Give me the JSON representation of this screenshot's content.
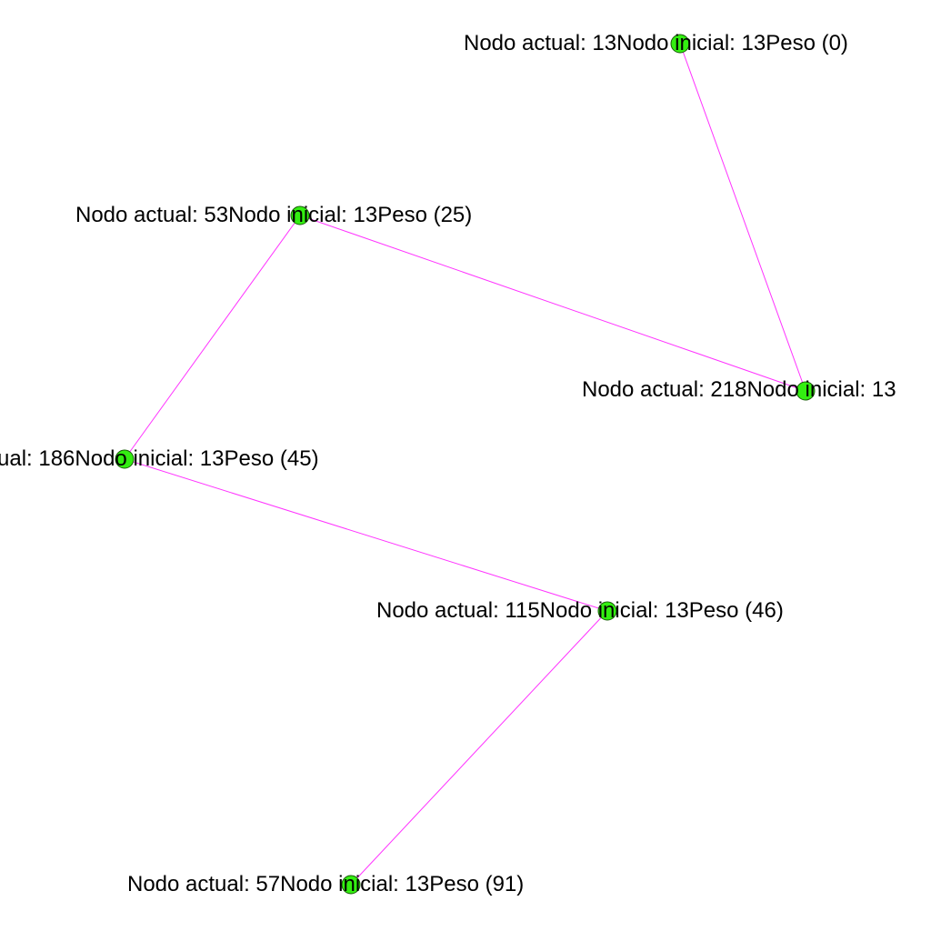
{
  "colors": {
    "background": "#ffffff",
    "edge": "#ff33ff",
    "node_fill": "#33ee11",
    "node_stroke": "#1a5a0a",
    "label": "#000000"
  },
  "graph": {
    "nodes": [
      {
        "id": "13",
        "label": "Nodo actual: 13Nodo inicial: 13Peso (0)"
      },
      {
        "id": "53",
        "label": "Nodo actual: 53Nodo inicial: 13Peso (25)"
      },
      {
        "id": "218",
        "label": "Nodo actual: 218Nodo inicial: 13"
      },
      {
        "id": "186",
        "label": "ual: 186Nodo inicial: 13Peso (45)"
      },
      {
        "id": "115",
        "label": "Nodo actual: 115Nodo inicial: 13Peso (46)"
      },
      {
        "id": "57",
        "label": "Nodo actual: 57Nodo inicial: 13Peso (91)"
      }
    ],
    "edges": [
      {
        "from": "13",
        "to": "218"
      },
      {
        "from": "53",
        "to": "218"
      },
      {
        "from": "53",
        "to": "186"
      },
      {
        "from": "186",
        "to": "115"
      },
      {
        "from": "115",
        "to": "57"
      }
    ]
  }
}
